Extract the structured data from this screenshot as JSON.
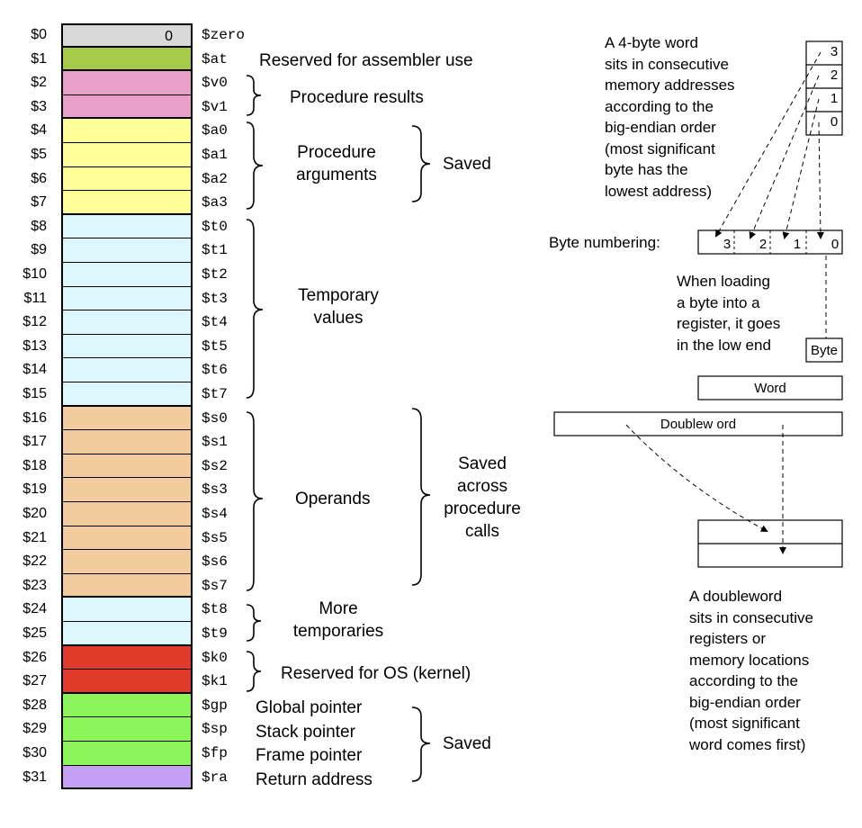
{
  "registers": [
    {
      "num": "$0",
      "name": "$zero",
      "color": "#d9d9d9",
      "value": "0"
    },
    {
      "num": "$1",
      "name": "$at",
      "color": "#a6c94a"
    },
    {
      "num": "$2",
      "name": "$v0",
      "color": "#e8a0c8"
    },
    {
      "num": "$3",
      "name": "$v1",
      "color": "#e8a0c8"
    },
    {
      "num": "$4",
      "name": "$a0",
      "color": "#ffff99"
    },
    {
      "num": "$5",
      "name": "$a1",
      "color": "#ffff99"
    },
    {
      "num": "$6",
      "name": "$a2",
      "color": "#ffff99"
    },
    {
      "num": "$7",
      "name": "$a3",
      "color": "#ffff99"
    },
    {
      "num": "$8",
      "name": "$t0",
      "color": "#ddf8fc"
    },
    {
      "num": "$9",
      "name": "$t1",
      "color": "#ddf8fc"
    },
    {
      "num": "$10",
      "name": "$t2",
      "color": "#ddf8fc"
    },
    {
      "num": "$11",
      "name": "$t3",
      "color": "#ddf8fc"
    },
    {
      "num": "$12",
      "name": "$t4",
      "color": "#ddf8fc"
    },
    {
      "num": "$13",
      "name": "$t5",
      "color": "#ddf8fc"
    },
    {
      "num": "$14",
      "name": "$t6",
      "color": "#ddf8fc"
    },
    {
      "num": "$15",
      "name": "$t7",
      "color": "#ddf8fc"
    },
    {
      "num": "$16",
      "name": "$s0",
      "color": "#f2cc9e"
    },
    {
      "num": "$17",
      "name": "$s1",
      "color": "#f2cc9e"
    },
    {
      "num": "$18",
      "name": "$s2",
      "color": "#f2cc9e"
    },
    {
      "num": "$19",
      "name": "$s3",
      "color": "#f2cc9e"
    },
    {
      "num": "$20",
      "name": "$s4",
      "color": "#f2cc9e"
    },
    {
      "num": "$21",
      "name": "$s5",
      "color": "#f2cc9e"
    },
    {
      "num": "$22",
      "name": "$s6",
      "color": "#f2cc9e"
    },
    {
      "num": "$23",
      "name": "$s7",
      "color": "#f2cc9e"
    },
    {
      "num": "$24",
      "name": "$t8",
      "color": "#ddf8fc"
    },
    {
      "num": "$25",
      "name": "$t9",
      "color": "#ddf8fc"
    },
    {
      "num": "$26",
      "name": "$k0",
      "color": "#e03a2a"
    },
    {
      "num": "$27",
      "name": "$k1",
      "color": "#e03a2a"
    },
    {
      "num": "$28",
      "name": "$gp",
      "color": "#8cf55a"
    },
    {
      "num": "$29",
      "name": "$sp",
      "color": "#8cf55a"
    },
    {
      "num": "$30",
      "name": "$fp",
      "color": "#8cf55a"
    },
    {
      "num": "$31",
      "name": "$ra",
      "color": "#c4a0f5"
    }
  ],
  "labels": {
    "assembler": "Reserved for assembler use",
    "proc_results": "Procedure results",
    "proc_args_1": "Procedure",
    "proc_args_2": "arguments",
    "saved_top": "Saved",
    "temp_1": "Temporary",
    "temp_2": "values",
    "operands": "Operands",
    "saved_across_1": "Saved",
    "saved_across_2": "across",
    "saved_across_3": "procedure",
    "saved_across_4": "calls",
    "more_temp_1": "More",
    "more_temp_2": "temporaries",
    "os": "Reserved for OS (kernel)",
    "gp": "Global pointer",
    "sp": "Stack pointer",
    "fp": "Frame pointer",
    "ra": "Return address",
    "saved_bottom": "Saved"
  },
  "memory": {
    "word_note": [
      "A 4-byte word",
      "sits in consecutive",
      "memory addresses",
      "according to the",
      "big-endian order",
      "(most significant",
      "byte has the",
      "lowest address)"
    ],
    "byte_cells": [
      "3",
      "2",
      "1",
      "0"
    ],
    "byte_numbering_label": "Byte numbering:",
    "byte_numbers": [
      "3",
      "2",
      "1",
      "0"
    ],
    "load_note": [
      "When loading",
      "a byte into a",
      "register, it goes",
      "in the low end"
    ],
    "byte_box": "Byte",
    "word_box": "Word",
    "doubleword_box": "Doublew ord",
    "dword_note": [
      "A doubleword",
      "sits in consecutive",
      "registers or",
      "memory locations",
      "according to the",
      "big-endian order",
      "(most significant",
      "word comes first)"
    ]
  }
}
